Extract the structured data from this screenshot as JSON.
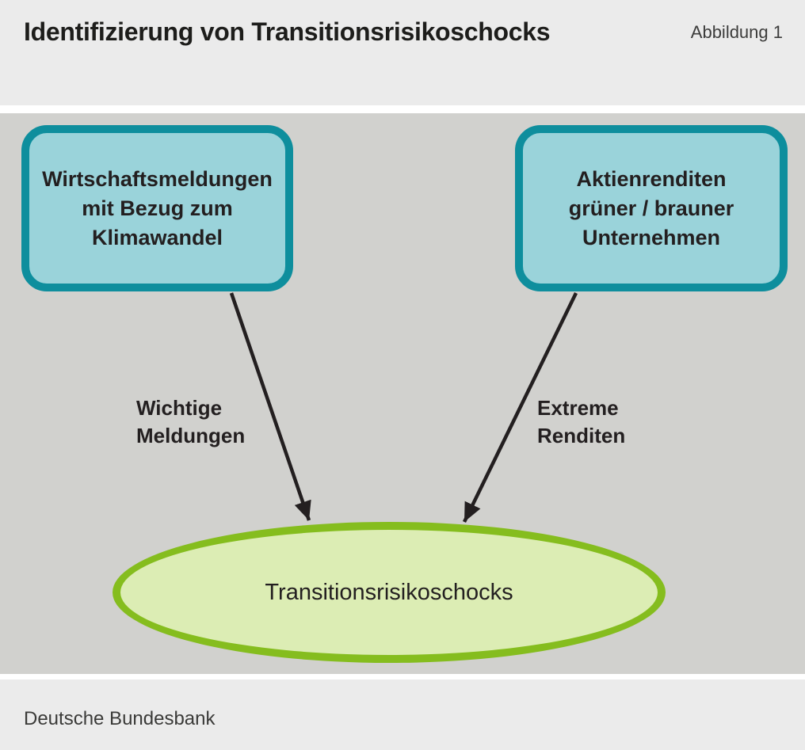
{
  "header": {
    "title": "Identifizierung von Transitionsrisikoschocks",
    "figure_label": "Abbildung 1"
  },
  "diagram": {
    "source_boxes": [
      {
        "id": "wirtschaftsmeldungen",
        "lines": [
          "Wirtschaftsmeldungen",
          "mit Bezug zum",
          "Klimawandel"
        ]
      },
      {
        "id": "aktienrenditen",
        "lines": [
          "Aktienrenditen",
          "grüner / brauner",
          "Unternehmen"
        ]
      }
    ],
    "edges": [
      {
        "id": "left-edge",
        "label_lines": [
          "Wichtige",
          "Meldungen"
        ]
      },
      {
        "id": "right-edge",
        "label_lines": [
          "Extreme",
          "Renditen"
        ]
      }
    ],
    "target": {
      "label": "Transitionsrisikoschocks"
    }
  },
  "footer": {
    "source": "Deutsche Bundesbank"
  },
  "colors": {
    "page-bg": "#ffffff",
    "header-bg": "#ebebeb",
    "canvas-bg": "#d1d1ce",
    "footer-bg": "#ebebeb",
    "box-border": "#0e8e9d",
    "box-fill": "#9ad3da",
    "ellipse-border": "#85bd1e",
    "ellipse-fill": "#dcedb4",
    "arrow": "#231f20",
    "text": "#231f20"
  }
}
